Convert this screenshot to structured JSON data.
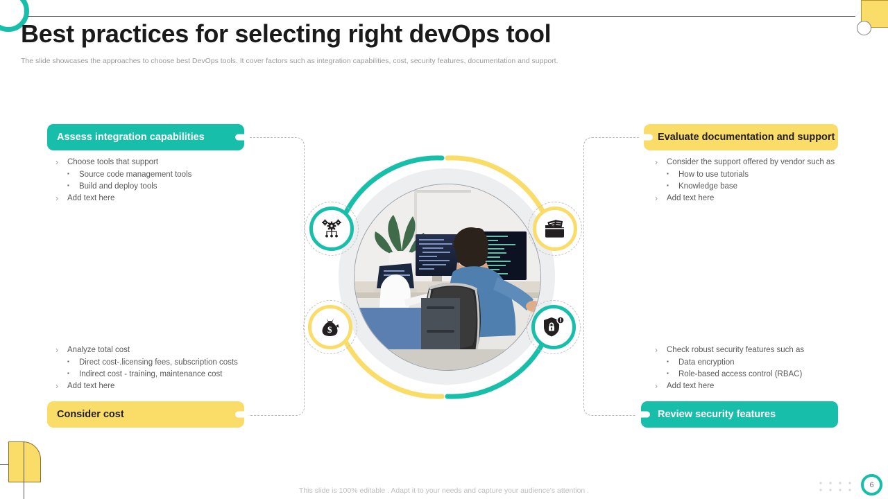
{
  "header": {
    "title": "Best practices for selecting right devOps tool",
    "subtitle": "The slide showcases the approaches to choose best DevOps tools. It cover factors such as integration capabilities, cost,  security features, documentation and support."
  },
  "quadrants": {
    "top_left": {
      "label": "Assess  integration capabilities",
      "bullets": [
        {
          "level": 1,
          "text": "Choose tools that support"
        },
        {
          "level": 2,
          "text": "Source code management tools"
        },
        {
          "level": 2,
          "text": "Build and deploy tools"
        },
        {
          "level": 1,
          "text": "Add text here"
        }
      ]
    },
    "top_right": {
      "label": "Evaluate documentation and support",
      "bullets": [
        {
          "level": 1,
          "text": "Consider  the support  offered  by vendor such as"
        },
        {
          "level": 2,
          "text": "How to use tutorials"
        },
        {
          "level": 2,
          "text": "Knowledge base"
        },
        {
          "level": 1,
          "text": "Add text here"
        }
      ]
    },
    "bottom_left": {
      "label": "Consider cost",
      "bullets": [
        {
          "level": 1,
          "text": "Analyze total cost"
        },
        {
          "level": 2,
          "text": "Direct cost-.licensing fees, subscription costs"
        },
        {
          "level": 2,
          "text": "Indirect cost -  training, maintenance cost"
        },
        {
          "level": 1,
          "text": "Add text here"
        }
      ]
    },
    "bottom_right": {
      "label": "Review security features",
      "bullets": [
        {
          "level": 1,
          "text": "Check robust  security features  such as"
        },
        {
          "level": 2,
          "text": "Data encryption"
        },
        {
          "level": 2,
          "text": "Role-based access control (RBAC)"
        },
        {
          "level": 1,
          "text": "Add text here"
        }
      ]
    }
  },
  "center": {
    "photo_alt": "Two developers coding at desks with multiple monitors",
    "icons": [
      {
        "name": "gears-integration-icon",
        "position": "top-left",
        "ring_color": "#17BEA9"
      },
      {
        "name": "folder-documents-icon",
        "position": "top-right",
        "ring_color": "#FADC69"
      },
      {
        "name": "money-bag-icon",
        "position": "bottom-left",
        "ring_color": "#FADC69"
      },
      {
        "name": "shield-lock-alert-icon",
        "position": "bottom-right",
        "ring_color": "#17BEA9"
      }
    ]
  },
  "footer": {
    "note": "This slide is 100% editable . Adapt it to your needs and capture your audience's attention .",
    "page_number": "6"
  },
  "colors": {
    "teal": "#17BEA9",
    "yellow": "#FADC69",
    "text_dark": "#1a1a1a",
    "text_body": "#58595b",
    "text_muted": "#9b9b9b"
  }
}
